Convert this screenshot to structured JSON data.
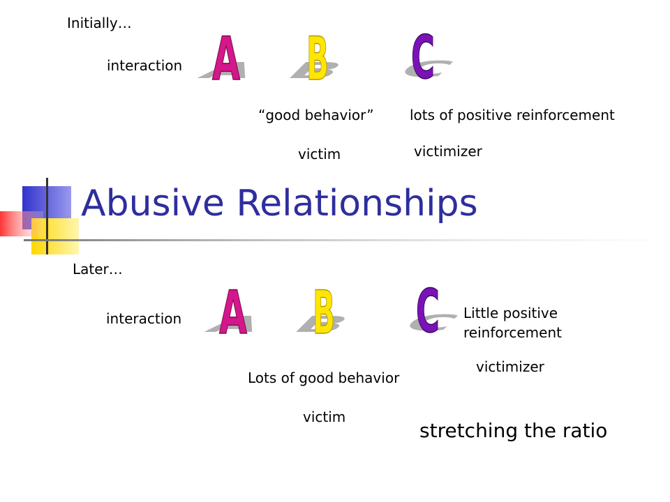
{
  "title": "Abusive Relationships",
  "top": {
    "heading": "Initially…",
    "interaction_label": "interaction",
    "letters": [
      "A",
      "B",
      "C"
    ],
    "b_caption": "“good behavior”",
    "c_caption": "lots of positive reinforcement",
    "b_role": "victim",
    "c_role": "victimizer"
  },
  "bottom": {
    "heading": "Later…",
    "interaction_label": "interaction",
    "letters": [
      "A",
      "B",
      "C"
    ],
    "c_caption_line1": "Little positive",
    "c_caption_line2": "reinforcement",
    "c_role": "victimizer",
    "b_caption": "Lots of good behavior",
    "b_role": "victim",
    "conclusion": "stretching the ratio"
  },
  "colors": {
    "title": "#2e2e9e",
    "letter_a": "#d4178a",
    "letter_b": "#ffe600",
    "letter_c": "#7a12b8",
    "shadow": "#b0b0b0",
    "deco_blue": "#3333cc",
    "deco_yellow": "#ffd700",
    "deco_red": "#ff4d4d"
  }
}
